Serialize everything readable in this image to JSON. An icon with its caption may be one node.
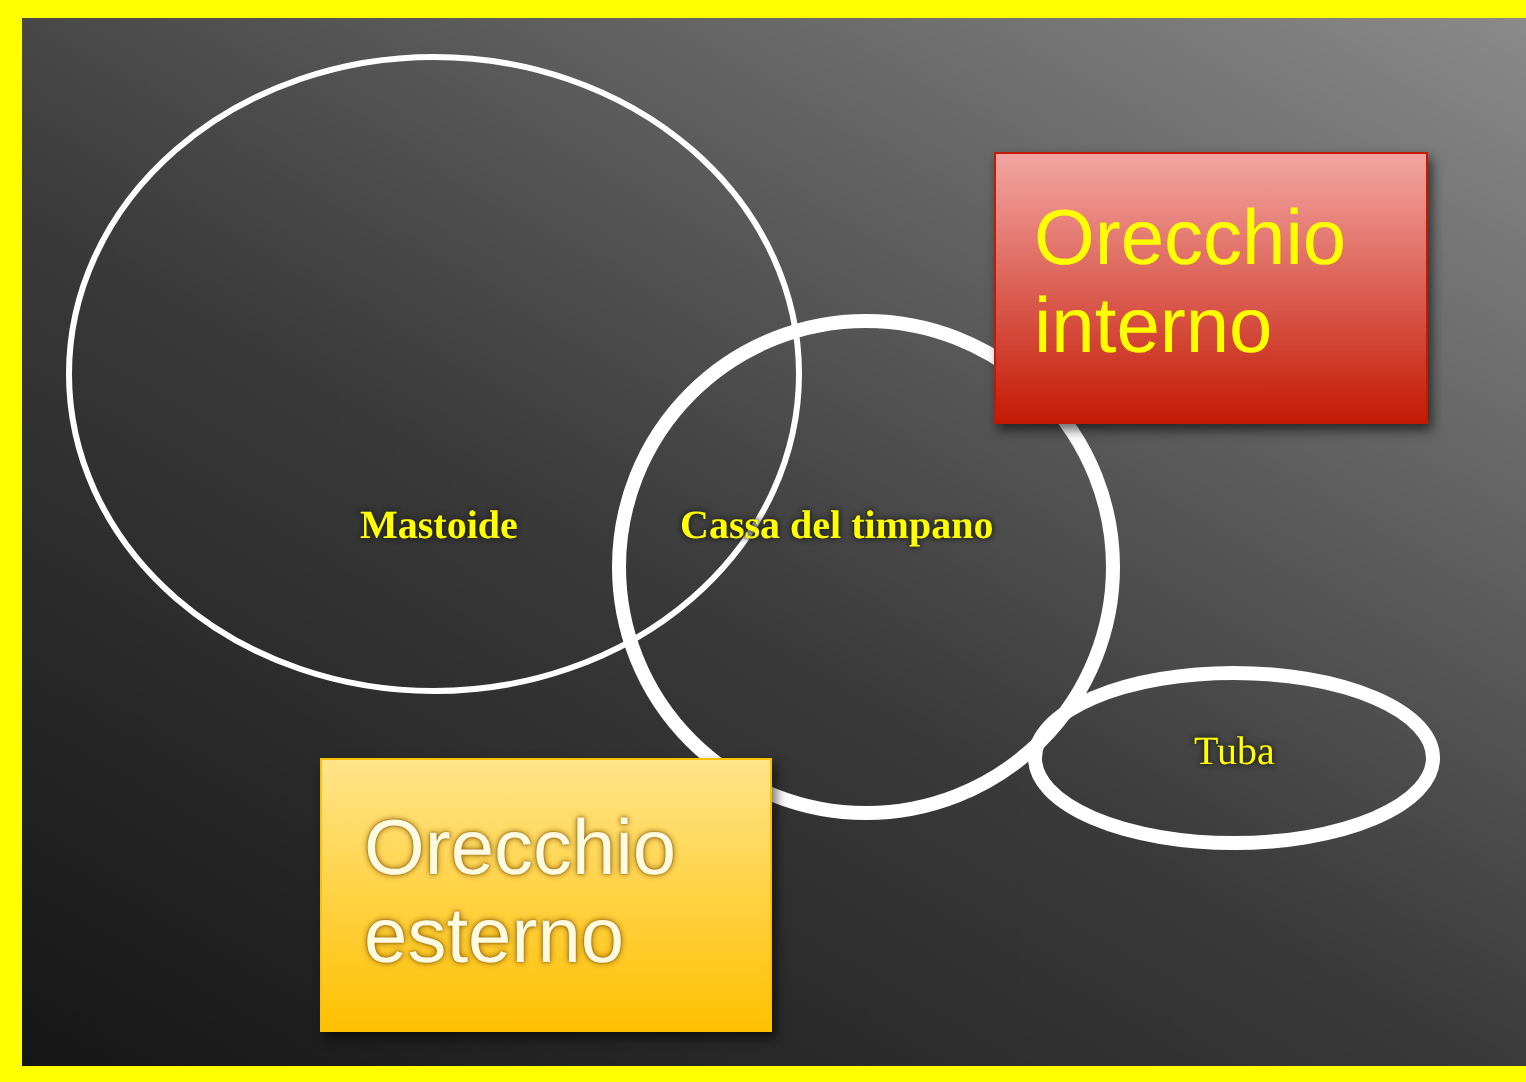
{
  "diagram": {
    "nodes": [
      {
        "text": [
          "Mastoide"
        ]
      },
      {
        "text": [
          "Cassa del timpano"
        ]
      },
      {
        "text": [
          "Tuba"
        ]
      },
      {
        "text": [
          "Orecchio interno"
        ]
      },
      {
        "text": [
          "Orecchio esterno"
        ]
      }
    ]
  }
}
